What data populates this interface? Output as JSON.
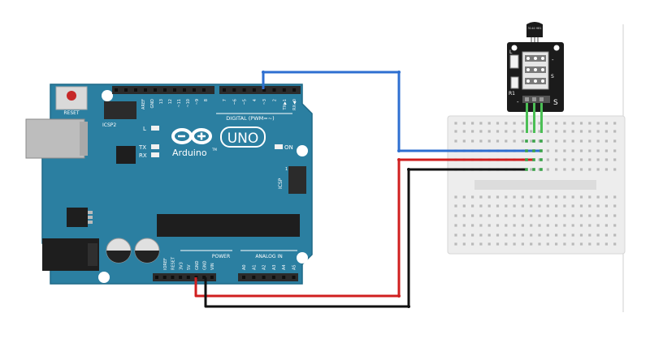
{
  "board": {
    "reset_label": "RESET",
    "icsp2_label": "ICSP2",
    "led_l_label": "L",
    "tx_label": "TX",
    "rx_label": "RX",
    "on_label": "ON",
    "brand_label": "Arduino",
    "trademark": "TM",
    "model_label": "UNO",
    "icsp_label": "ICSP",
    "icsp_pin1": "1",
    "digital_label": "DIGITAL (PWM=~)",
    "power_label": "POWER",
    "analog_label": "ANALOG IN",
    "digital_pins": [
      "AREF",
      "GND",
      "13",
      "12",
      "~11",
      "~10",
      "~9",
      "8",
      "7",
      "~6",
      "~5",
      "4",
      "~3",
      "2",
      "TX▶1",
      "RX◀0"
    ],
    "power_pins": [
      "IOREF",
      "RESET",
      "3V3",
      "5V",
      "GND",
      "GND",
      "VIN"
    ],
    "analog_pins": [
      "A0",
      "A1",
      "A2",
      "A3",
      "A4",
      "A5"
    ]
  },
  "sensor": {
    "chip_text": "3144\nH81",
    "label_l": "L",
    "label_r1": "R1",
    "label_s_mid": "S",
    "label_minus": "-",
    "label_s": "S",
    "pin_minus": "-"
  },
  "wires": [
    {
      "name": "signal",
      "color": "#2e6fd1"
    },
    {
      "name": "vcc",
      "color": "#d01f1f"
    },
    {
      "name": "gnd",
      "color": "#111111"
    }
  ],
  "colors": {
    "board": "#2b7fa1",
    "board_edge": "#1f6a88",
    "header": "#2b2b2b",
    "sensor_pcb": "#1b1b1b",
    "breadboard": "#ededed",
    "hole": "#b9b9b9",
    "hole_active": "#3aa34a",
    "jumper": "#4bbf55"
  }
}
